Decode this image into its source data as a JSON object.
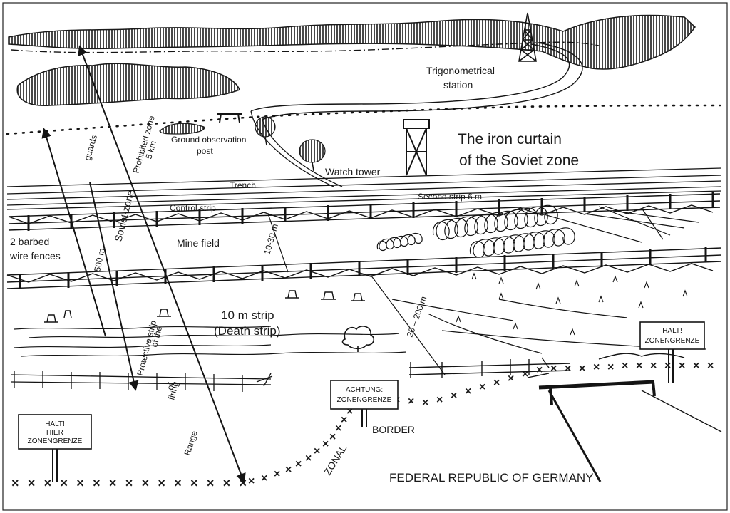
{
  "labels": {
    "trig_station": [
      "Trigonometrical",
      "station"
    ],
    "iron_curtain": [
      "The iron curtain",
      "of the Soviet zone"
    ],
    "ground_post": [
      "Ground observation",
      "post"
    ],
    "watch_tower": "Watch tower",
    "trench": "Trench",
    "control_strip": "Control strip",
    "second_strip": "Second strip 6 m",
    "mine_field": "Mine field",
    "barbed_fences": [
      "2 barbed",
      "wire fences"
    ],
    "dist_10_30": "10-30 m",
    "dist_500": "500 m",
    "dist_20_200": "20 – 200 m",
    "death_strip": [
      "10 m strip",
      "(Death strip)"
    ],
    "guards": "guards",
    "prohibited_zone": [
      "Prohibited zone",
      "5 km"
    ],
    "soviet_zone": "Soviet-zone",
    "protective_strip": "Protective strip",
    "of_the": "of the",
    "firing": "firing",
    "of": "of",
    "range": "Range",
    "zonal": "ZONAL",
    "border": "BORDER",
    "frg": "FEDERAL REPUBLIC OF GERMANY"
  },
  "signs": {
    "left": [
      "HALT!",
      "HIER",
      "ZONENGRENZE"
    ],
    "middle": [
      "ACHTUNG:",
      "ZONENGRENZE"
    ],
    "right": [
      "HALT!",
      "ZONENGRENZE"
    ]
  }
}
